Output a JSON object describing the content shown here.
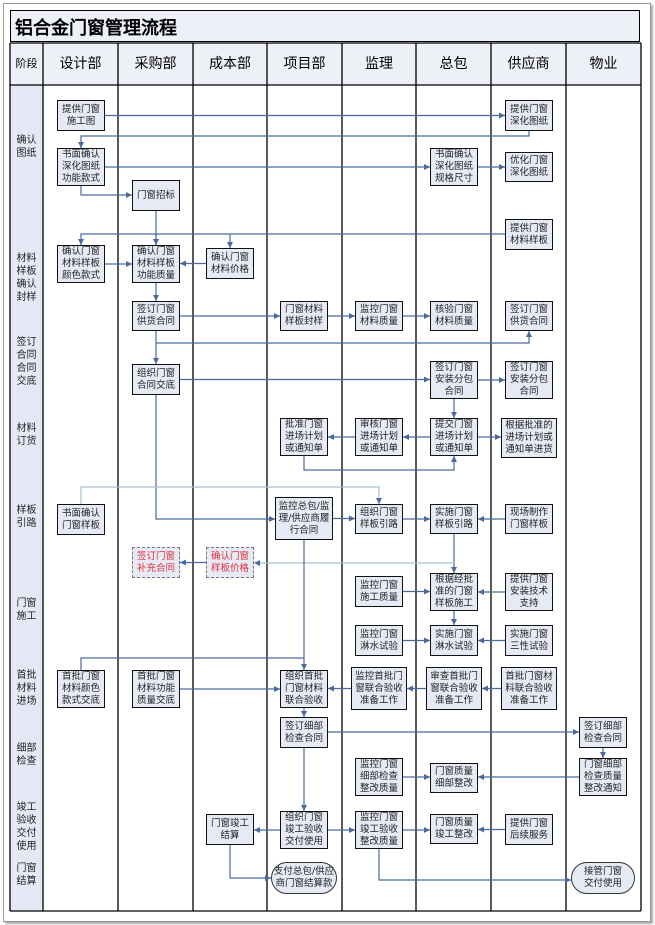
{
  "title": "铝合金门窗管理流程",
  "headers": [
    "阶段",
    "设计部",
    "采购部",
    "成本部",
    "项目部",
    "监理",
    "总包",
    "供应商",
    "物业"
  ],
  "stages": [
    {
      "id": "s1",
      "label": "确认\n图纸"
    },
    {
      "id": "s2",
      "label": "材料\n样板\n确认\n封样"
    },
    {
      "id": "s3",
      "label": "签订\n合同\n合同\n交底"
    },
    {
      "id": "s4",
      "label": "材料\n订货"
    },
    {
      "id": "s5",
      "label": "样板\n引路"
    },
    {
      "id": "s6",
      "label": "门窗\n施工"
    },
    {
      "id": "s7",
      "label": "首批\n材料\n进场"
    },
    {
      "id": "s8",
      "label": "细部\n检查"
    },
    {
      "id": "s9",
      "label": "竣工\n验收\n交付\n使用"
    },
    {
      "id": "s10",
      "label": "门窗\n结算"
    }
  ],
  "nodes": [
    {
      "id": "d1",
      "text": "提供门窗\n施工图"
    },
    {
      "id": "s1",
      "text": "提供门窗\n深化图纸"
    },
    {
      "id": "d2",
      "text": "书面确认\n深化图纸\n功能款式"
    },
    {
      "id": "g1",
      "text": "书面确认\n深化图纸\n规格尺寸"
    },
    {
      "id": "s2",
      "text": "优化门窗\n深化图纸"
    },
    {
      "id": "p1",
      "text": "门窗招标"
    },
    {
      "id": "s3",
      "text": "提供门窗\n材料样板"
    },
    {
      "id": "d3",
      "text": "确认门窗\n材料样板\n颜色款式"
    },
    {
      "id": "p2",
      "text": "确认门窗\n材料样板\n功能质量"
    },
    {
      "id": "c1",
      "text": "确认门窗\n材料价格"
    },
    {
      "id": "p3",
      "text": "签订门窗\n供货合同"
    },
    {
      "id": "x1",
      "text": "门窗材料\n样板封样"
    },
    {
      "id": "j1",
      "text": "监控门窗\n材料质量"
    },
    {
      "id": "g2",
      "text": "核验门窗\n材料质量"
    },
    {
      "id": "s4",
      "text": "签订门窗\n供货合同"
    },
    {
      "id": "p4",
      "text": "组织门窗\n合同交底"
    },
    {
      "id": "g3",
      "text": "签订门窗\n安装分包\n合同"
    },
    {
      "id": "s5",
      "text": "签订门窗\n安装分包\n合同"
    },
    {
      "id": "x2",
      "text": "批准门窗\n进场计划\n或通知单"
    },
    {
      "id": "j2",
      "text": "审核门窗\n进场计划\n或通知单"
    },
    {
      "id": "g4",
      "text": "提交门窗\n进场计划\n或通知单"
    },
    {
      "id": "s6",
      "text": "根据批准的\n进场计划或\n通知单进货"
    },
    {
      "id": "d4",
      "text": "书面确认\n门窗样板"
    },
    {
      "id": "x3",
      "text": "监控总包/监\n理/供应商履\n行合同"
    },
    {
      "id": "j3",
      "text": "组织门窗\n样板引路"
    },
    {
      "id": "g5",
      "text": "实施门窗\n样板引路"
    },
    {
      "id": "s7",
      "text": "现场制作\n门窗样板"
    },
    {
      "id": "p5",
      "text": "签订门窗\n补充合同"
    },
    {
      "id": "c2",
      "text": "确认门窗\n样板价格"
    },
    {
      "id": "j4",
      "text": "监控门窗\n施工质量"
    },
    {
      "id": "g6",
      "text": "根据经批\n准的门窗\n样板施工"
    },
    {
      "id": "s8",
      "text": "提供门窗\n安装技术\n支持"
    },
    {
      "id": "j5",
      "text": "监控门窗\n淋水试验"
    },
    {
      "id": "g7",
      "text": "实施门窗\n淋水试验"
    },
    {
      "id": "s9",
      "text": "实施门窗\n三性试验"
    },
    {
      "id": "d5",
      "text": "首批门窗\n材料颜色\n款式交底"
    },
    {
      "id": "p6",
      "text": "首批门窗\n材料功能\n质量交底"
    },
    {
      "id": "x4",
      "text": "组织首批\n门窗材料\n联合验收"
    },
    {
      "id": "j6",
      "text": "监控首批门\n窗联合验收\n准备工作"
    },
    {
      "id": "g8",
      "text": "审查首批门\n窗联合验收\n准备工作"
    },
    {
      "id": "s10",
      "text": "首批门窗材\n料联合验收\n准备工作"
    },
    {
      "id": "x5",
      "text": "签订细部\n检查合同"
    },
    {
      "id": "w1",
      "text": "签订细部\n检查合同"
    },
    {
      "id": "j7",
      "text": "监控门窗\n细部检查\n整改质量"
    },
    {
      "id": "g9",
      "text": "门窗质量\n细部整改"
    },
    {
      "id": "w2",
      "text": "门窗细部\n检查质量\n整改通知"
    },
    {
      "id": "c3",
      "text": "门窗竣工\n结算"
    },
    {
      "id": "x6",
      "text": "组织门窗\n竣工验收\n交付使用"
    },
    {
      "id": "j8",
      "text": "监控门窗\n竣工验收\n整改质量"
    },
    {
      "id": "g10",
      "text": "门窗质量\n竣工整改"
    },
    {
      "id": "s11",
      "text": "提供门窗\n后续服务"
    },
    {
      "id": "x7",
      "text": "支付总包/供应\n商门窗结算款"
    },
    {
      "id": "w3",
      "text": "接管门窗\n交付使用"
    }
  ],
  "colors": {
    "line": "#4a6a9c",
    "light_line": "#a9c0cf",
    "box_fill": "#e6eaf5",
    "header_fill": "#eef0f8",
    "stage_fill": "#e4e8f4",
    "red_text": "#e0313a"
  }
}
